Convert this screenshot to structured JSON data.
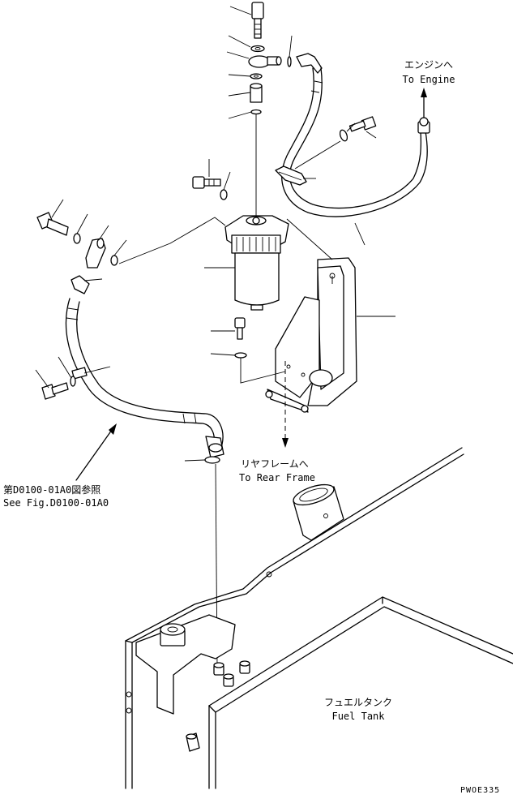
{
  "labels": {
    "to_engine_jp": "エンジンへ",
    "to_engine_en": "To Engine",
    "to_rear_jp": "リヤフレームへ",
    "to_rear_en": "To Rear Frame",
    "see_fig_jp": "第D0100-01A0図参照",
    "see_fig_en": "See Fig.D0100-01A0",
    "fuel_tank_jp": "フュエルタンク",
    "fuel_tank_en": "Fuel Tank",
    "drawing_code": "PWOE335"
  }
}
